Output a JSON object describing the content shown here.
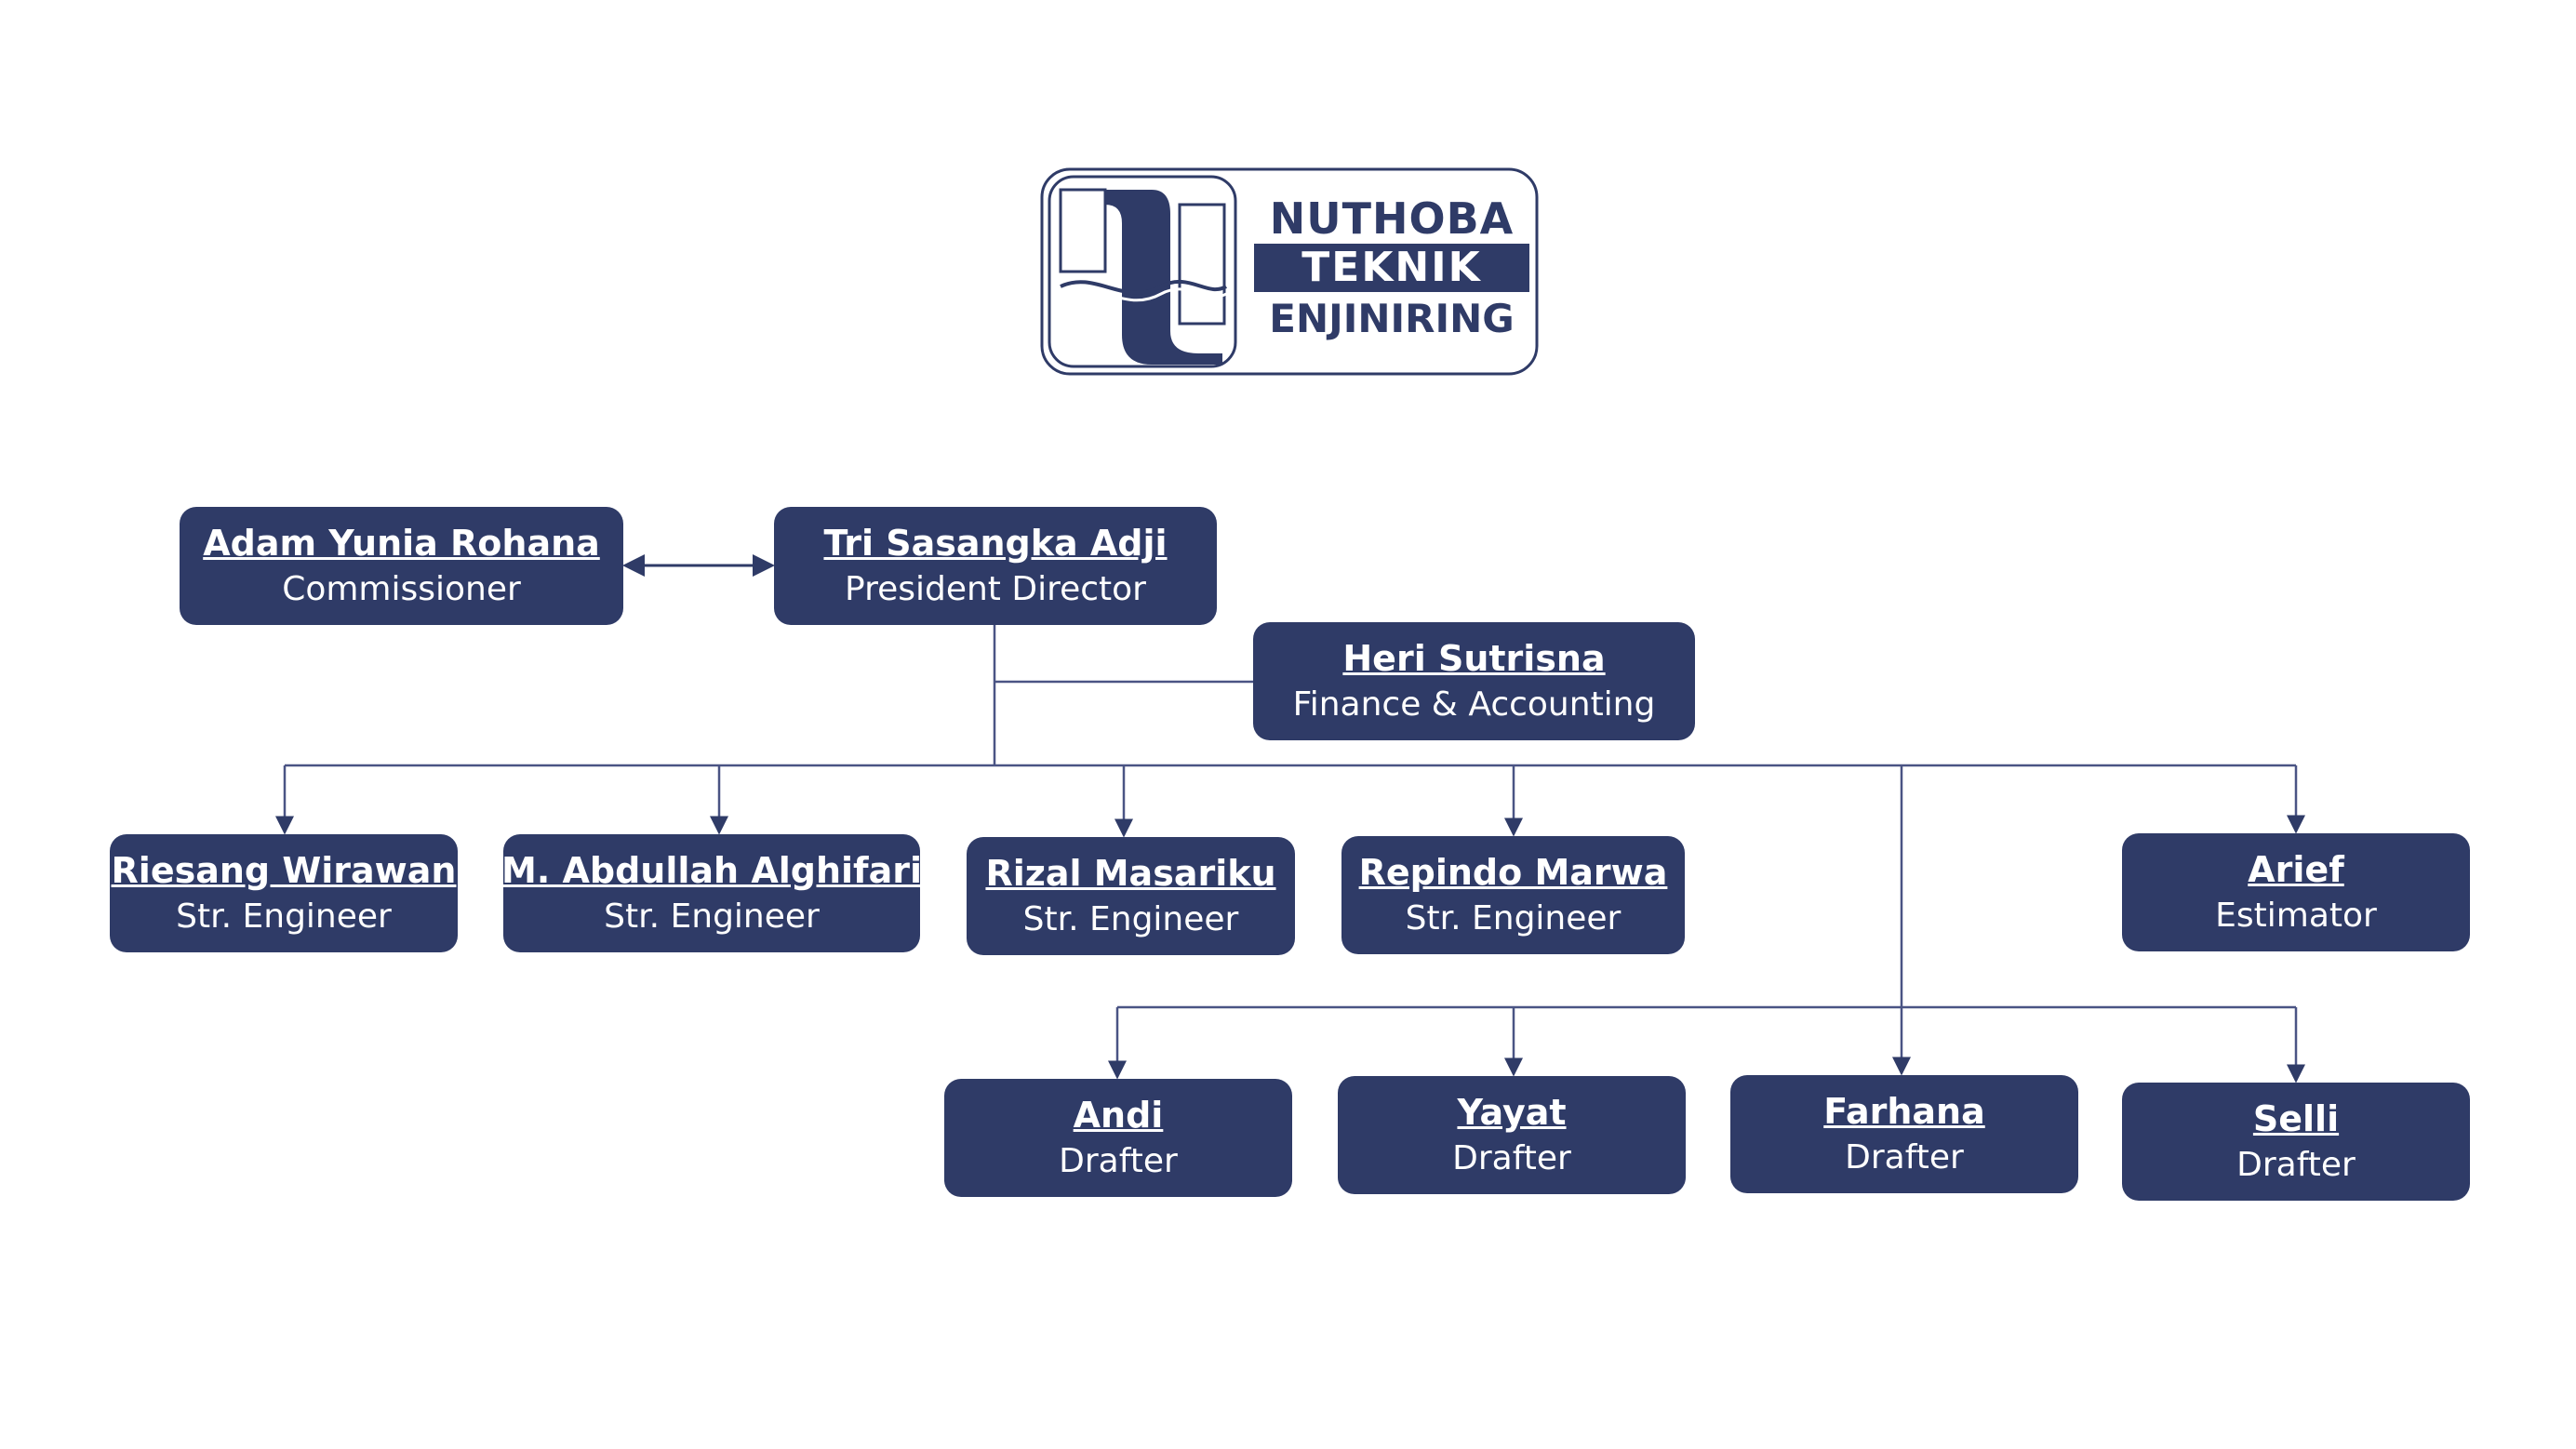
{
  "colors": {
    "box": "#2f3b67",
    "line": "#4a5484",
    "arrow": "#2f3b67",
    "logo": "#2f3b67"
  },
  "logo": {
    "line1": "NUTHOBA",
    "line2": "TEKNIK",
    "line3": "ENJINIRING",
    "icon": "nte-monogram-icon"
  },
  "org": {
    "commissioner": {
      "name": "Adam Yunia Rohana",
      "role": "Commissioner"
    },
    "president": {
      "name": "Tri Sasangka Adji",
      "role": "President Director"
    },
    "finance": {
      "name": "Heri Sutrisna",
      "role": "Finance & Accounting"
    },
    "engineers": [
      {
        "name": "Riesang Wirawan",
        "role": "Str. Engineer"
      },
      {
        "name": "M. Abdullah Alghifari",
        "role": "Str. Engineer"
      },
      {
        "name": "Rizal Masariku",
        "role": "Str. Engineer"
      },
      {
        "name": "Repindo Marwa",
        "role": "Str. Engineer"
      }
    ],
    "estimator": {
      "name": "Arief",
      "role": "Estimator"
    },
    "drafters": [
      {
        "name": "Andi",
        "role": "Drafter"
      },
      {
        "name": "Yayat",
        "role": "Drafter"
      },
      {
        "name": "Farhana",
        "role": "Drafter"
      },
      {
        "name": "Selli",
        "role": "Drafter"
      }
    ]
  }
}
